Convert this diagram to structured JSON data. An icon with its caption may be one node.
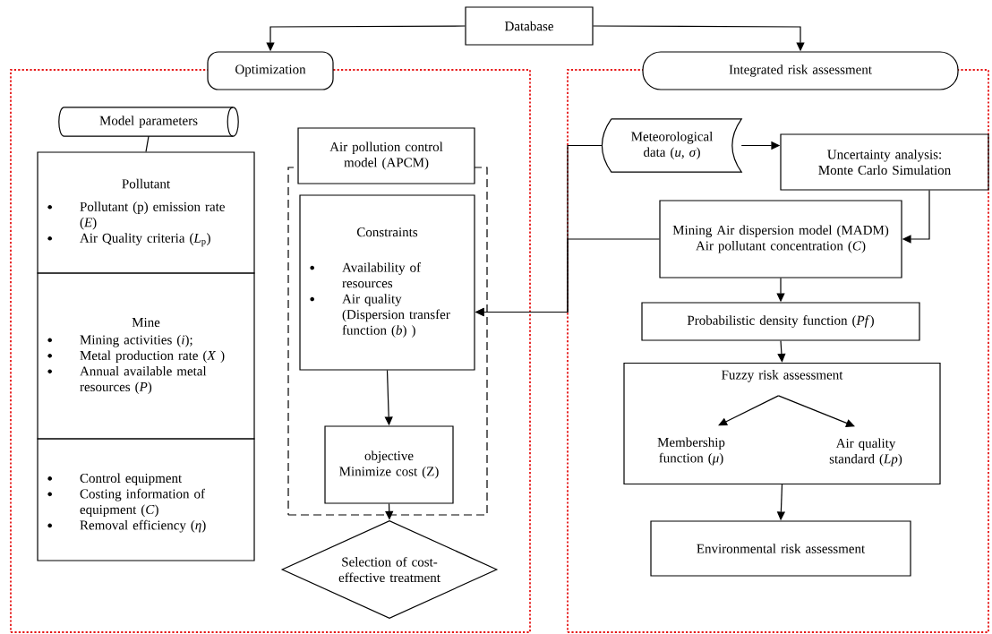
{
  "diagram": {
    "nodes": [
      {
        "text": [
          "Database"
        ]
      },
      {
        "text": [],
        "shape": "box"
      },
      {
        "text": [
          "Optimization"
        ]
      },
      {
        "text": [
          "Model parameters"
        ],
        "in": 1
      },
      {
        "text": [
          "Pollutant",
          "Pollutant (p) emission rate (*E*)",
          "Air Quality criteria (*L*$_{p}$)"
        ],
        "in": 1
      },
      {
        "text": [
          "Mine",
          "Mining activities (*i*);",
          "Metal production rate (*X* )",
          "Annual available metal resources (*P*)"
        ],
        "in": 1
      },
      {
        "text": [
          "Control equipment",
          "Costing information of equipment (*C*)",
          "Removal efficiency (*η*)"
        ],
        "in": 1
      },
      {
        "text": [],
        "shape": "box",
        "in": 1
      },
      {
        "text": [
          "Air pollution control model (APCM)"
        ],
        "in": 1
      },
      {
        "text": [
          "Constraints",
          "Availability of resources",
          "Air quality (Dispersion transfer function (*b*) )"
        ],
        "in": 7
      },
      {
        "text": [
          "objective",
          "Minimize cost (Z)"
        ],
        "in": 7
      },
      {
        "text": [
          "Selection of cost-effective treatment"
        ],
        "in": 1
      },
      {
        "text": [],
        "shape": "box"
      },
      {
        "text": [
          "Integrated risk assessment"
        ]
      },
      {
        "text": [
          "Meteorological data (*u*, *σ*)"
        ],
        "in": 12
      },
      {
        "text": [
          "Uncertainty analysis: Monte Carlo Simulation"
        ],
        "in": 12
      },
      {
        "text": [
          "Mining Air dispersion model (MADM) Air pollutant concentration (*C*)"
        ],
        "in": 12
      },
      {
        "text": [
          "Probabilistic density function (*Pf*)"
        ],
        "in": 12
      },
      {
        "text": [
          "Fuzzy risk assessment"
        ],
        "in": 12
      },
      {
        "text": [
          "Membership function (*μ*)"
        ],
        "in": 18
      },
      {
        "text": [
          "Air quality standard (*Lp*)"
        ],
        "in": 18
      },
      {
        "text": [
          "Environmental risk assessment"
        ],
        "in": 12
      }
    ],
    "edges": [
      {
        "from": 0,
        "to": 2,
        "arrow": "to"
      },
      {
        "from": 0,
        "to": 13,
        "arrow": "to"
      },
      {
        "from": 3,
        "to": 4,
        "arrow": "none"
      },
      {
        "from": 9,
        "to": 10,
        "arrow": "to"
      },
      {
        "from": 10,
        "to": 11,
        "arrow": "to"
      },
      {
        "from": 14,
        "to": 15,
        "arrow": "to"
      },
      {
        "from": 15,
        "to": 16,
        "arrow": "to"
      },
      {
        "from": 16,
        "to": 17,
        "arrow": "to"
      },
      {
        "from": 17,
        "to": 18,
        "arrow": "to"
      },
      {
        "from": 18,
        "to": 19,
        "arrow": "to"
      },
      {
        "from": 18,
        "to": 20,
        "arrow": "to"
      },
      {
        "from": 18,
        "to": 21,
        "arrow": "to"
      },
      {
        "from": 14,
        "to": 9,
        "arrow": "to"
      },
      {
        "from": 16,
        "to": 9,
        "arrow": "to"
      }
    ]
  }
}
